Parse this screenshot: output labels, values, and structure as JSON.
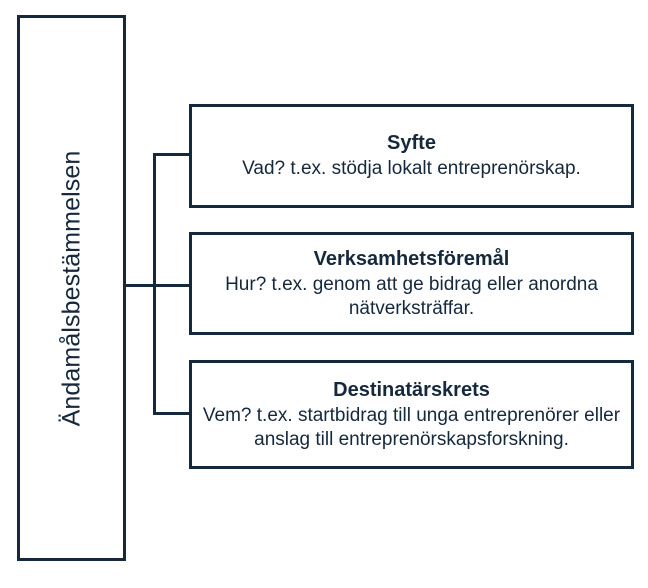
{
  "diagram": {
    "type": "hierarchy-tree",
    "orientation": "left-root-to-right-children",
    "colors": {
      "line": "#15283c",
      "text": "#15283c",
      "background": "#ffffff"
    },
    "root": {
      "label": "Ändamålsbestämmelsen",
      "orientation": "vertical-bottom-to-top"
    },
    "children": [
      {
        "title": "Syfte",
        "description": "Vad? t.ex. stödja lokalt entreprenörskap."
      },
      {
        "title": "Verksamhetsföremål",
        "description": "Hur? t.ex. genom att ge bidrag eller anordna nätverksträffar."
      },
      {
        "title": "Destinatärskrets",
        "description": "Vem? t.ex. startbidrag till unga entreprenörer eller anslag till entreprenörskapsforskning."
      }
    ]
  }
}
